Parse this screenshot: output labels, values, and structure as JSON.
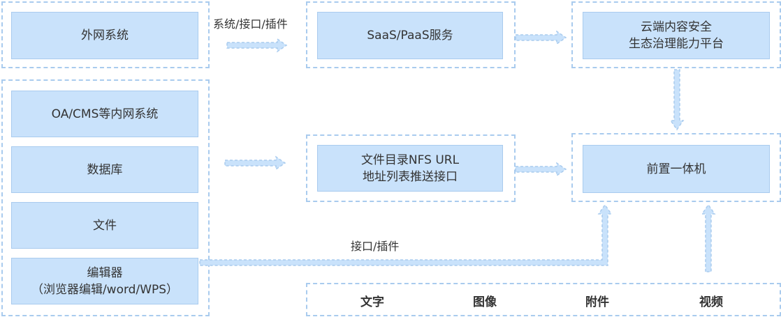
{
  "left_top": {
    "label": "外网系统"
  },
  "left_items": [
    {
      "label": "OA/CMS等内网系统"
    },
    {
      "label": "数据库"
    },
    {
      "label": "文件"
    },
    {
      "line1": "编辑器",
      "line2": "（浏览器编辑/word/WPS）"
    }
  ],
  "saas": {
    "label": "SaaS/PaaS服务"
  },
  "cloud": {
    "line1": "云端内容安全",
    "line2": "生态治理能力平台"
  },
  "nfs": {
    "line1": "文件目录NFS URL",
    "line2": "地址列表推送接口"
  },
  "front": {
    "label": "前置一体机"
  },
  "edge_labels": {
    "top": "系统/接口/插件",
    "bottom": "接口/插件"
  },
  "content_types": [
    {
      "label": "文字"
    },
    {
      "label": "图像"
    },
    {
      "label": "附件"
    },
    {
      "label": "视频"
    }
  ],
  "colors": {
    "box_fill": "#c9e2fb",
    "border": "#a9cbee",
    "arrow": "#bcd8f5"
  }
}
